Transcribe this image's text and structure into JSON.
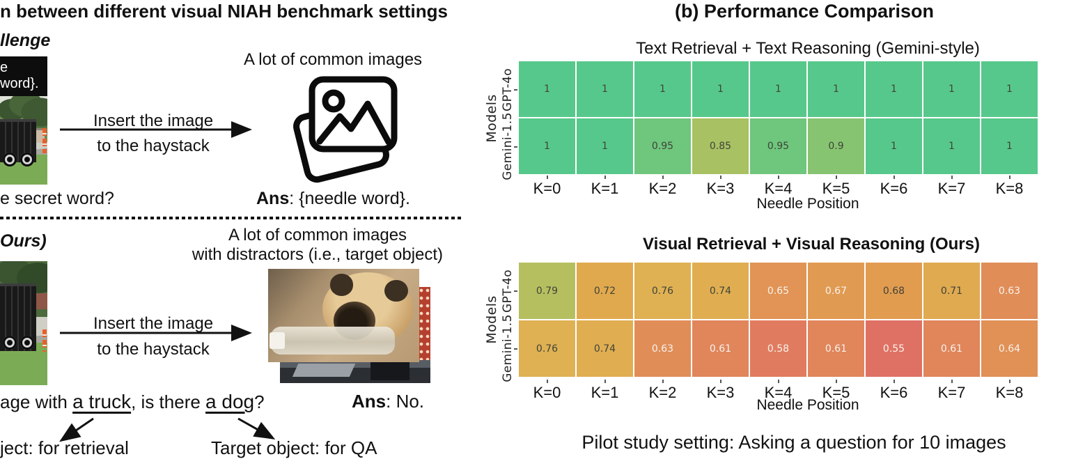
{
  "panel_a": {
    "title": "n between different visual NIAH benchmark settings",
    "section_text": {
      "label": "llenge",
      "needle_overlay": "e word}.",
      "arrow_label_line1": "Insert the image",
      "arrow_label_line2": "to the haystack",
      "haystack_caption": "A lot of common images",
      "question": "e secret word?",
      "answer_prefix": "Ans",
      "answer_rest": ": {needle word}."
    },
    "section_visual": {
      "label": "Ours)",
      "haystack_caption_line1": "A lot of common images",
      "haystack_caption_line2": "with distractors (i.e., target object)",
      "arrow_label_line1": "Insert the image",
      "arrow_label_line2": "to the haystack",
      "question_part1": "age with ",
      "question_retrieval": "a truck",
      "question_part2": ", is there ",
      "question_qa": "a dog",
      "question_part3": "?",
      "answer_prefix": "Ans",
      "answer_rest": ": No.",
      "retrieval_note": "ject: for retrieval",
      "qa_note": "Target object: for QA"
    }
  },
  "panel_b": {
    "title": "(b) Performance Comparison",
    "caption": "Pilot study setting: Asking a question for 10 images"
  },
  "colors": {
    "cone_orange": "#e8612c",
    "heat_green_max": "#57c88b",
    "heat_red_min": "#df7164",
    "grid_line": "#ffffff"
  },
  "chart_data": [
    {
      "type": "heatmap",
      "title": "Text Retrieval + Text Reasoning (Gemini-style)",
      "title_bold": false,
      "xlabel": "Needle Position",
      "ylabel": "Models",
      "x_ticks": [
        "K=0",
        "K=1",
        "K=2",
        "K=3",
        "K=4",
        "K=5",
        "K=6",
        "K=7",
        "K=8"
      ],
      "y_ticks": [
        "GPT-4o",
        "Gemini-1.5"
      ],
      "vmin": 0.5,
      "vmax": 1.0,
      "legend_position": "none",
      "grid": true,
      "series": [
        {
          "name": "GPT-4o",
          "values": [
            1,
            1,
            1,
            1,
            1,
            1,
            1,
            1,
            1
          ]
        },
        {
          "name": "Gemini-1.5",
          "values": [
            1,
            1,
            0.95,
            0.85,
            0.95,
            0.9,
            1,
            1,
            1
          ]
        }
      ],
      "cell_labels": [
        [
          "1",
          "1",
          "1",
          "1",
          "1",
          "1",
          "1",
          "1",
          "1"
        ],
        [
          "1",
          "1",
          "0.95",
          "0.85",
          "0.95",
          "0.9",
          "1",
          "1",
          "1"
        ]
      ],
      "cell_colors": [
        [
          "#57c88b",
          "#57c88b",
          "#57c88b",
          "#57c88b",
          "#57c88b",
          "#57c88b",
          "#57c88b",
          "#57c88b",
          "#57c88b"
        ],
        [
          "#57c88b",
          "#57c88b",
          "#6fc67d",
          "#a8c163",
          "#6fc67d",
          "#87c471",
          "#57c88b",
          "#57c88b",
          "#57c88b"
        ]
      ],
      "text_colors": [
        [
          "#3e4339",
          "#3e4339",
          "#3e4339",
          "#3e4339",
          "#3e4339",
          "#3e4339",
          "#3e4339",
          "#3e4339",
          "#3e4339"
        ],
        [
          "#3e4339",
          "#3e4339",
          "#3e4339",
          "#3e4339",
          "#3e4339",
          "#3e4339",
          "#3e4339",
          "#3e4339",
          "#3e4339"
        ]
      ]
    },
    {
      "type": "heatmap",
      "title": "Visual Retrieval + Visual Reasoning (Ours)",
      "title_bold": true,
      "xlabel": "Needle Position",
      "ylabel": "Models",
      "x_ticks": [
        "K=0",
        "K=1",
        "K=2",
        "K=3",
        "K=4",
        "K=5",
        "K=6",
        "K=7",
        "K=8"
      ],
      "y_ticks": [
        "GPT-4o",
        "Gemini-1.5"
      ],
      "vmin": 0.5,
      "vmax": 1.0,
      "legend_position": "none",
      "grid": true,
      "series": [
        {
          "name": "GPT-4o",
          "values": [
            0.79,
            0.72,
            0.76,
            0.74,
            0.65,
            0.67,
            0.68,
            0.71,
            0.63
          ]
        },
        {
          "name": "Gemini-1.5",
          "values": [
            0.76,
            0.74,
            0.63,
            0.61,
            0.58,
            0.61,
            0.55,
            0.61,
            0.64
          ]
        }
      ],
      "cell_labels": [
        [
          "0.79",
          "0.72",
          "0.76",
          "0.74",
          "0.65",
          "0.67",
          "0.68",
          "0.71",
          "0.63"
        ],
        [
          "0.76",
          "0.74",
          "0.63",
          "0.61",
          "0.58",
          "0.61",
          "0.55",
          "0.61",
          "0.64"
        ]
      ],
      "cell_colors": [
        [
          "#b6bf60",
          "#e1a94e",
          "#dfb153",
          "#e0ae51",
          "#e19455",
          "#e19a52",
          "#e29c50",
          "#e0aa50",
          "#e18d58"
        ],
        [
          "#dfb153",
          "#e0ae51",
          "#e18d58",
          "#e1855b",
          "#e17b5f",
          "#e1855b",
          "#df7164",
          "#e1855b",
          "#e19056"
        ]
      ],
      "text_colors": [
        [
          "#3e4339",
          "#3e4339",
          "#3e4339",
          "#3e4339",
          "#f7f3ec",
          "#f7f3ec",
          "#3e4339",
          "#3e4339",
          "#f7f3ec"
        ],
        [
          "#3e4339",
          "#3e4339",
          "#f7f3ec",
          "#f7f3ec",
          "#f7f3ec",
          "#f7f3ec",
          "#f7f3ec",
          "#f7f3ec",
          "#f7f3ec"
        ]
      ]
    }
  ]
}
